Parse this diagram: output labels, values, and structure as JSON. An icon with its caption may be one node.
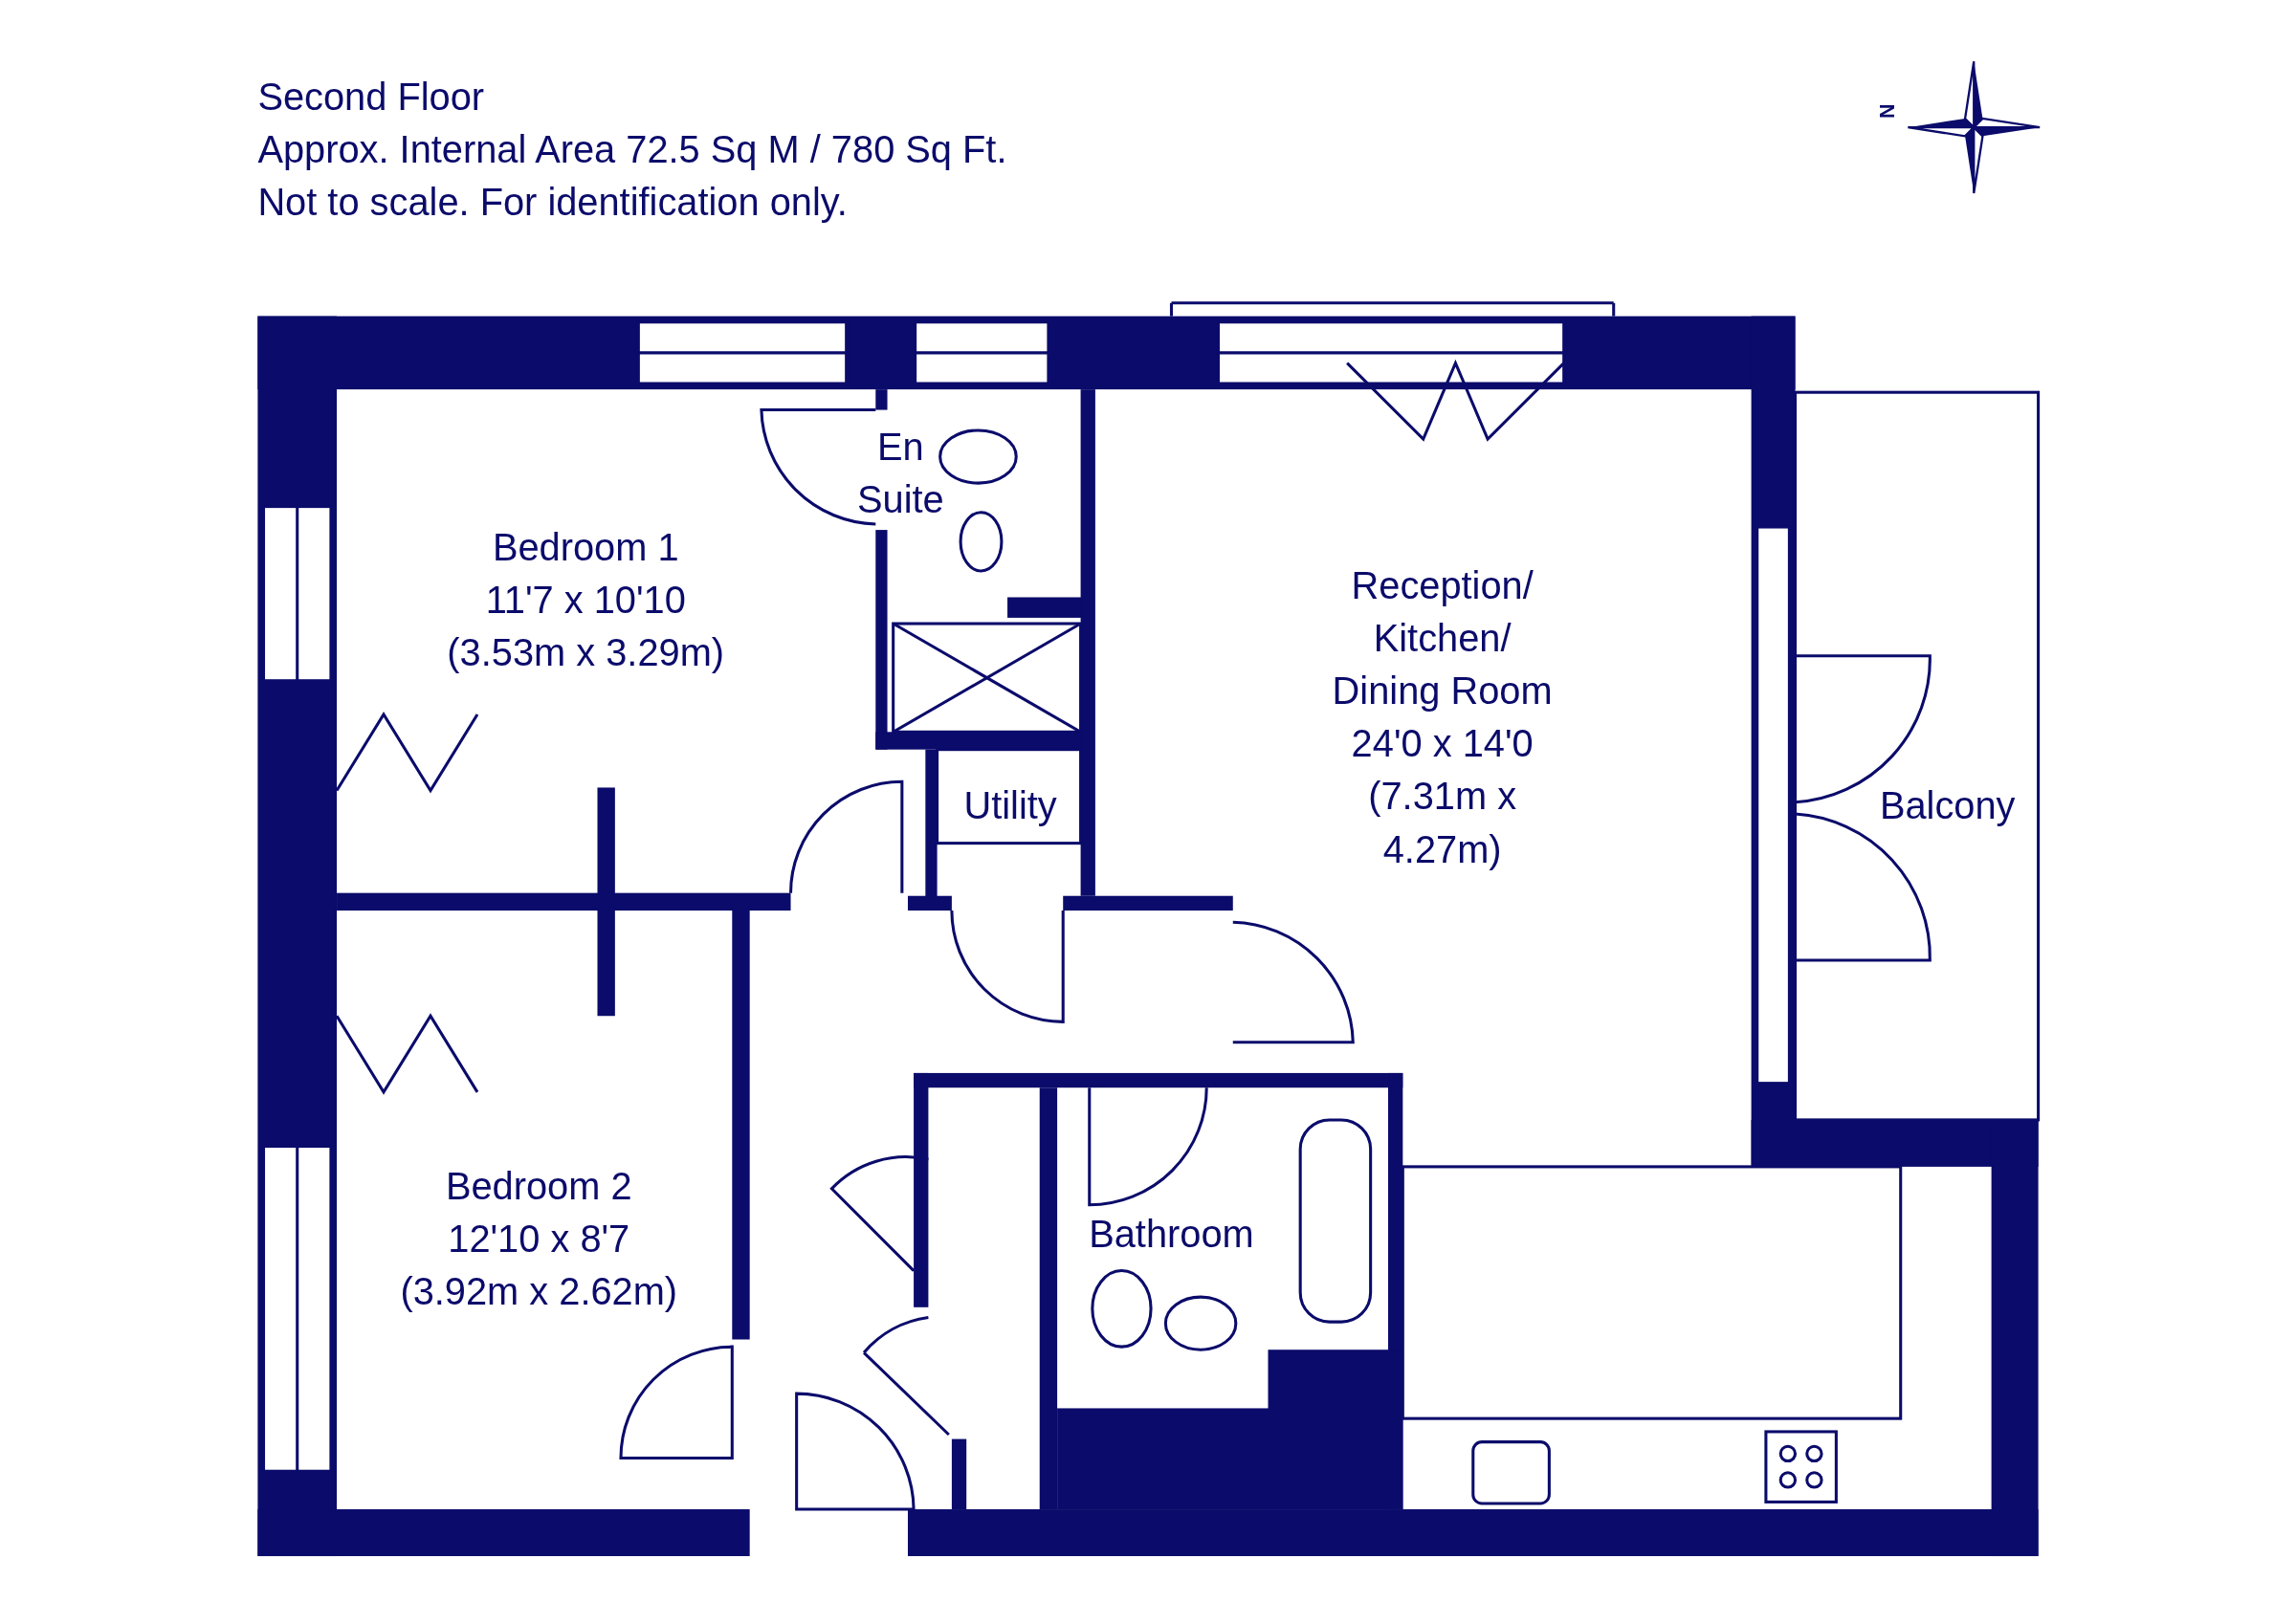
{
  "diagram": {
    "title": "Second Floor",
    "nodes": [
      {
        "text": [
          "Bedroom 1",
          "11'7 x 10'10",
          "(3.53m x 3.29m)"
        ]
      },
      {
        "text": [
          "En Suite"
        ]
      },
      {
        "text": [
          "Utility"
        ]
      },
      {
        "text": [
          "Reception/ Kitchen/ Dining Room",
          "24'0 x 14'0",
          "(7.31m x 4.27m)"
        ]
      },
      {
        "text": [
          "Balcony"
        ]
      },
      {
        "text": [
          "Bedroom 2",
          "12'10 x 8'7",
          "(3.92m x 2.62m)"
        ]
      },
      {
        "text": [
          "Bathroom"
        ]
      }
    ],
    "labels": [
      "Approx. Internal Area 72.5 Sq M / 780 Sq Ft.",
      "Not to scale. For identification only.",
      "N"
    ]
  }
}
